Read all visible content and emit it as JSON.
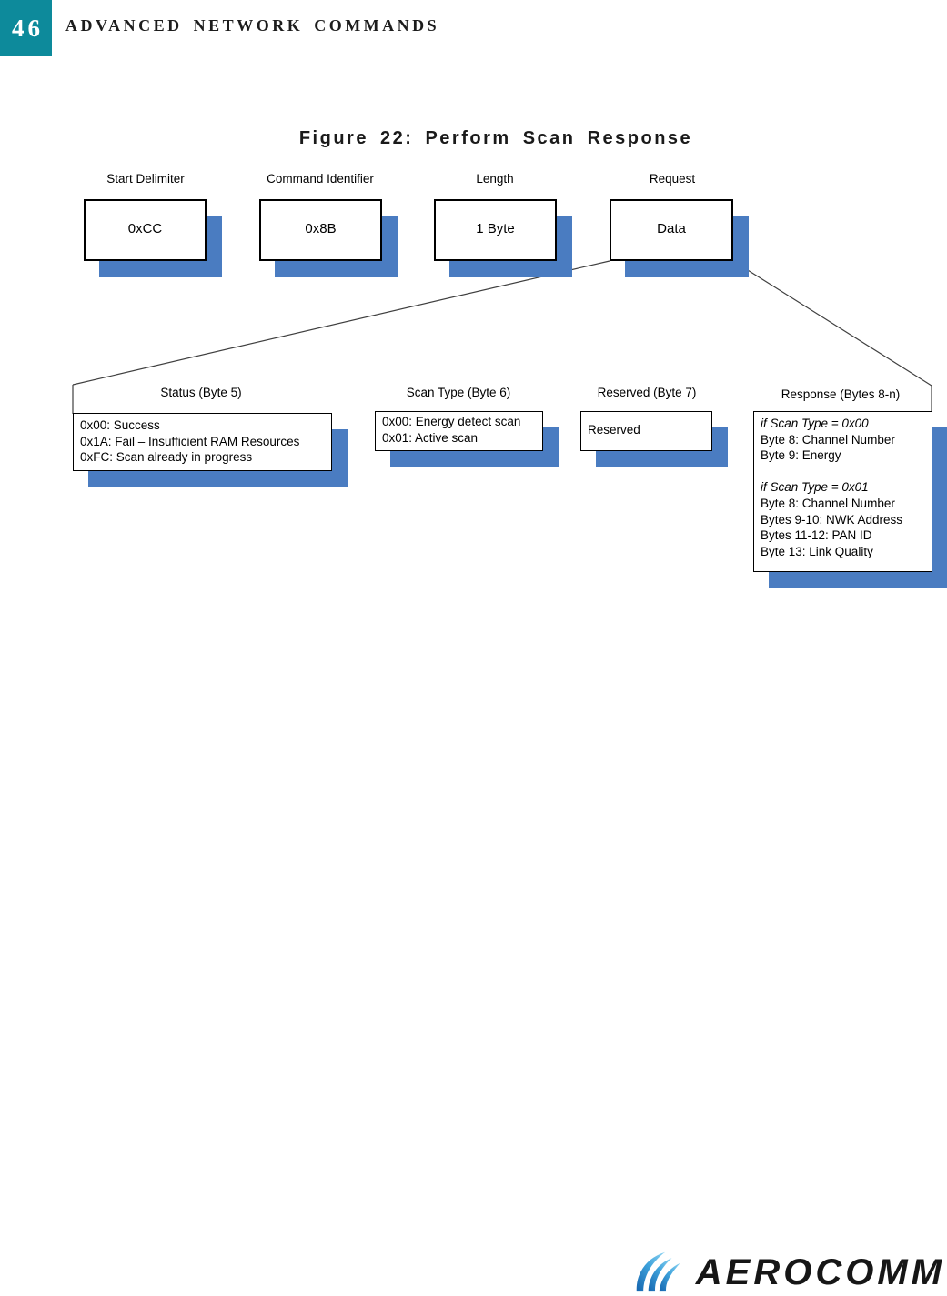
{
  "header": {
    "page_number": "46",
    "title": "ADVANCED NETWORK COMMANDS"
  },
  "figure": {
    "title": "Figure 22: Perform Scan Response"
  },
  "diagram": {
    "fields": [
      {
        "label": "Start Delimiter",
        "value": "0xCC"
      },
      {
        "label": "Command Identifier",
        "value": "0x8B"
      },
      {
        "label": "Length",
        "value": "1 Byte"
      },
      {
        "label": "Request",
        "value": "Data"
      }
    ],
    "details": [
      {
        "label": "Status (Byte 5)",
        "lines": [
          {
            "text": "0x00: Success"
          },
          {
            "text": "0x1A: Fail – Insufficient RAM Resources"
          },
          {
            "text": "0xFC: Scan already in progress"
          }
        ]
      },
      {
        "label": "Scan Type (Byte 6)",
        "lines": [
          {
            "text": "0x00: Energy detect scan"
          },
          {
            "text": "0x01: Active scan"
          }
        ]
      },
      {
        "label": "Reserved (Byte 7)",
        "lines": [
          {
            "text": "Reserved"
          }
        ]
      },
      {
        "label": "Response (Bytes 8-n)",
        "lines": [
          {
            "text": "if Scan Type = 0x00",
            "italic": true
          },
          {
            "text": "Byte 8: Channel Number"
          },
          {
            "text": "Byte 9: Energy"
          },
          {
            "text": ""
          },
          {
            "text": "if Scan Type = 0x01",
            "italic": true
          },
          {
            "text": "Byte 8: Channel Number"
          },
          {
            "text": "Bytes 9-10: NWK Address"
          },
          {
            "text": "Bytes 11-12: PAN ID"
          },
          {
            "text": "Byte 13: Link Quality"
          }
        ]
      }
    ]
  },
  "footer": {
    "logo_text": "AEROCOMM"
  },
  "colors": {
    "accent_teal": "#0D8A9B",
    "shadow_blue": "#4A7CC1",
    "connector_line": "#3F3F3F",
    "logo_blue_dark": "#1464AE",
    "logo_blue_light": "#8ED4F2"
  }
}
